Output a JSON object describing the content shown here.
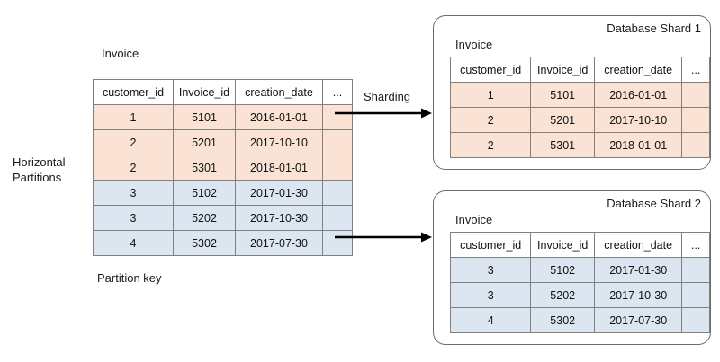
{
  "diagram": {
    "source": {
      "table_caption": "Invoice",
      "side_label_line1": "Horizontal",
      "side_label_line2": "Partitions",
      "footer_label": "Partition key",
      "columns": [
        "customer_id",
        "Invoice_id",
        "creation_date",
        "..."
      ],
      "rows": [
        {
          "customer_id": "1",
          "invoice_id": "5101",
          "creation_date": "2016-01-01",
          "more": "",
          "group": "a"
        },
        {
          "customer_id": "2",
          "invoice_id": "5201",
          "creation_date": "2017-10-10",
          "more": "",
          "group": "a"
        },
        {
          "customer_id": "2",
          "invoice_id": "5301",
          "creation_date": "2018-01-01",
          "more": "",
          "group": "a"
        },
        {
          "customer_id": "3",
          "invoice_id": "5102",
          "creation_date": "2017-01-30",
          "more": "",
          "group": "b"
        },
        {
          "customer_id": "3",
          "invoice_id": "5202",
          "creation_date": "2017-10-30",
          "more": "",
          "group": "b"
        },
        {
          "customer_id": "4",
          "invoice_id": "5302",
          "creation_date": "2017-07-30",
          "more": "",
          "group": "b"
        }
      ]
    },
    "arrows": [
      {
        "label": "Sharding"
      },
      {
        "label": ""
      }
    ],
    "shards": [
      {
        "title": "Database Shard 1",
        "table_caption": "Invoice",
        "columns": [
          "customer_id",
          "Invoice_id",
          "creation_date",
          "..."
        ],
        "rows": [
          {
            "customer_id": "1",
            "invoice_id": "5101",
            "creation_date": "2016-01-01",
            "more": ""
          },
          {
            "customer_id": "2",
            "invoice_id": "5201",
            "creation_date": "2017-10-10",
            "more": ""
          },
          {
            "customer_id": "2",
            "invoice_id": "5301",
            "creation_date": "2018-01-01",
            "more": ""
          }
        ]
      },
      {
        "title": "Database Shard 2",
        "table_caption": "Invoice",
        "columns": [
          "customer_id",
          "Invoice_id",
          "creation_date",
          "..."
        ],
        "rows": [
          {
            "customer_id": "3",
            "invoice_id": "5102",
            "creation_date": "2017-01-30",
            "more": ""
          },
          {
            "customer_id": "3",
            "invoice_id": "5202",
            "creation_date": "2017-10-30",
            "more": ""
          },
          {
            "customer_id": "4",
            "invoice_id": "5302",
            "creation_date": "2017-07-30",
            "more": ""
          }
        ]
      }
    ],
    "colors": {
      "partition_a_fill": "#fae3d5",
      "partition_b_fill": "#dce6f1",
      "border": "#808080",
      "panel_border": "#6b6b6b",
      "arrow": "#000000"
    }
  }
}
